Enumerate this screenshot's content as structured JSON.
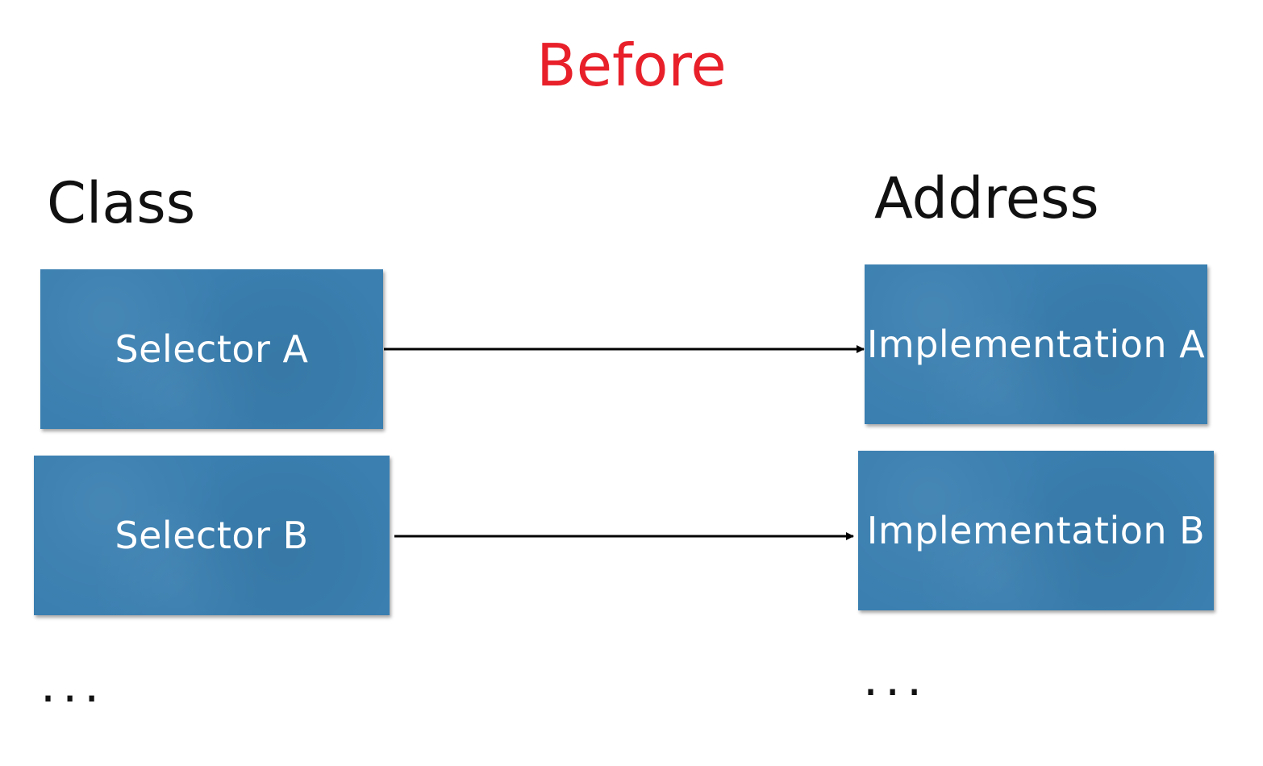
{
  "title": "Before",
  "colors": {
    "title": "#e8202a",
    "box_fill": "#3a7fb0",
    "arrow": "#000000"
  },
  "left_column": {
    "label": "Class",
    "items": [
      "Selector A",
      "Selector B"
    ],
    "ellipsis": "..."
  },
  "right_column": {
    "label": "Address",
    "items": [
      "Implementation A",
      "Implementation B"
    ],
    "ellipsis": "..."
  },
  "connections": [
    {
      "from": "Selector A",
      "to": "Implementation A"
    },
    {
      "from": "Selector B",
      "to": "Implementation B"
    }
  ]
}
